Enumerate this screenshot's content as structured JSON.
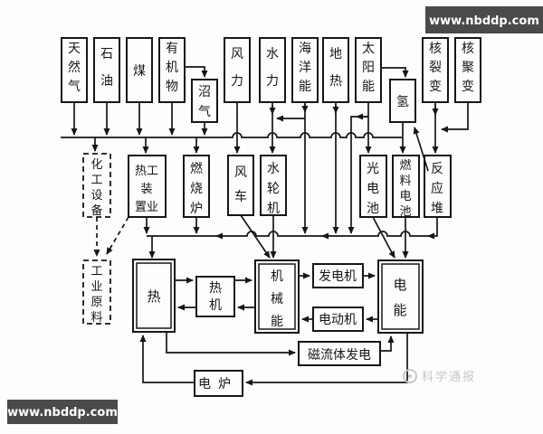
{
  "watermarks": {
    "site_top": "www.nbddp.com",
    "site_bottom": "www.nbddp.com",
    "source_mark": "科学通报"
  },
  "colors": {
    "line": "#161616",
    "watermark_bar": "#4a4a4a",
    "watermark_text": "#ffffff",
    "source_mark": "#c8c8c8",
    "background": "#fdfdfd"
  },
  "nodes": {
    "natural_gas": "天然气",
    "petroleum": "石油",
    "coal": "煤",
    "organic_matter": "有机物",
    "biogas": "沼气",
    "wind_power": "风力",
    "water_power": "水力",
    "ocean_energy": "海洋能",
    "geothermal": "地热",
    "solar_energy": "太阳能",
    "hydrogen": "氢",
    "nuclear_fission": "核裂变",
    "nuclear_fusion": "核聚变",
    "chemical_equipment": "化工设备",
    "thermal_plant": "热工装置业",
    "combustion_furnace": "燃烧炉",
    "windmill": "风车",
    "water_turbine": "水轮机",
    "photocell": "光电池",
    "fuel_cell": "燃料电池",
    "reactor": "反应堆",
    "industrial_raw_materials": "工业原料",
    "heat": "热",
    "heat_engine": "热机",
    "mechanical_energy": "机械能",
    "generator": "发电机",
    "electric_motor": "电动机",
    "electric_energy": "电能",
    "mhd_generation": "磁流体发电",
    "electric_furnace": "电炉"
  },
  "node_lines": {
    "thermal_plant": [
      "热工",
      "装",
      "置业"
    ],
    "heat_engine": [
      "热",
      "机"
    ]
  },
  "connections": [
    "天然气→燃料汇流线",
    "石油→燃料汇流线",
    "煤→燃料汇流线",
    "有机物→燃料汇流线",
    "有机物→沼气",
    "沼气→燃料汇流线",
    "燃料汇流线→化工设备",
    "燃料汇流线→热工装置业",
    "燃料汇流线→燃烧炉",
    "燃料汇流线→燃料电池",
    "风力→风车",
    "水力→水轮机",
    "海洋能→水轮机",
    "海洋能→热汇流线",
    "地热→热汇流线",
    "太阳能→光电池",
    "太阳能→热汇流线",
    "太阳能→氢",
    "氢→燃料电池",
    "核裂变→反应堆",
    "核聚变→反应堆",
    "反应堆→氢",
    "反应堆→热汇流线",
    "热工装置业→热汇流线",
    "燃烧炉→热汇流线",
    "热汇流线→热",
    "化工设备⇢工业原料",
    "热工装置业⇢工业原料",
    "热→热机",
    "热机→热",
    "热机→机械能",
    "机械能→热机",
    "风车→机械能",
    "水轮机→机械能",
    "光电池→电能",
    "燃料电池→电能",
    "机械能→发电机",
    "发电机→电能",
    "电能→电动机",
    "电动机→机械能",
    "热→磁流体发电",
    "磁流体发电→电能",
    "电能→电炉",
    "电炉→热"
  ]
}
